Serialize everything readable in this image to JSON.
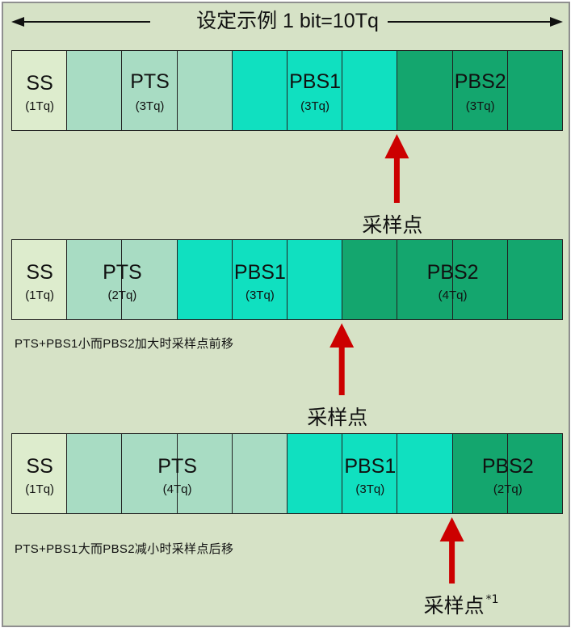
{
  "title": "设定示例 1 bit=10Tq",
  "colors": {
    "ss": "#ddeccd",
    "pts": "#a8dcc3",
    "pbs1": "#10e0c0",
    "pbs2": "#14a66e",
    "arrow": "#cc0000",
    "panel": "#d6e2c6"
  },
  "examples": [
    {
      "segments": [
        {
          "name": "SS",
          "tq": "(1Tq)",
          "cells": 1,
          "type": "ss"
        },
        {
          "name": "PTS",
          "tq": "(3Tq)",
          "cells": 3,
          "type": "pts"
        },
        {
          "name": "PBS1",
          "tq": "(3Tq)",
          "cells": 3,
          "type": "pbs1"
        },
        {
          "name": "PBS2",
          "tq": "(3Tq)",
          "cells": 3,
          "type": "pbs2"
        }
      ],
      "note": "",
      "sample_label": "采样点",
      "sample_footnote": ""
    },
    {
      "segments": [
        {
          "name": "SS",
          "tq": "(1Tq)",
          "cells": 1,
          "type": "ss"
        },
        {
          "name": "PTS",
          "tq": "(2Tq)",
          "cells": 2,
          "type": "pts"
        },
        {
          "name": "PBS1",
          "tq": "(3Tq)",
          "cells": 3,
          "type": "pbs1"
        },
        {
          "name": "PBS2",
          "tq": "(4Tq)",
          "cells": 4,
          "type": "pbs2"
        }
      ],
      "note": "PTS+PBS1小而PBS2加大时采样点前移",
      "sample_label": "采样点",
      "sample_footnote": ""
    },
    {
      "segments": [
        {
          "name": "SS",
          "tq": "(1Tq)",
          "cells": 1,
          "type": "ss"
        },
        {
          "name": "PTS",
          "tq": "(4Tq)",
          "cells": 4,
          "type": "pts"
        },
        {
          "name": "PBS1",
          "tq": "(3Tq)",
          "cells": 3,
          "type": "pbs1"
        },
        {
          "name": "PBS2",
          "tq": "(2Tq)",
          "cells": 2,
          "type": "pbs2"
        }
      ],
      "note": "PTS+PBS1大而PBS2减小时采样点后移",
      "sample_label": "采样点",
      "sample_footnote": "*1"
    }
  ]
}
